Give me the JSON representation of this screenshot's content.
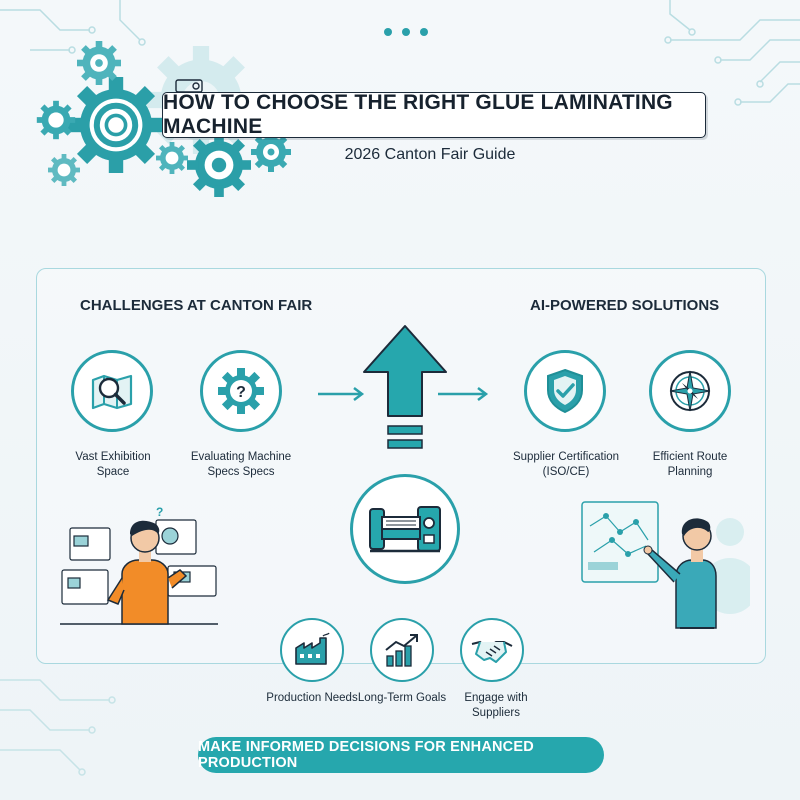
{
  "header": {
    "title": "HOW TO CHOOSE THE RIGHT GLUE LAMINATING MACHINE",
    "subtitle": "2026 Canton Fair Guide"
  },
  "challenges": {
    "heading": "CHALLENGES AT CANTON FAIR",
    "items": [
      {
        "label": "Vast Exhibition Space",
        "icon": "map-magnifier-icon"
      },
      {
        "label": "Evaluating Machine Specs Specs",
        "icon": "gear-question-icon"
      }
    ]
  },
  "solutions": {
    "heading": "AI-POWERED SOLUTIONS",
    "items": [
      {
        "label": "Supplier Certification (ISO/CE)",
        "icon": "shield-check-icon"
      },
      {
        "label": "Efficient Route Planning",
        "icon": "compass-icon"
      }
    ]
  },
  "factors": [
    {
      "label": "Production Needs",
      "icon": "factory-icon"
    },
    {
      "label": "Long-Term Goals",
      "icon": "growth-chart-icon"
    },
    {
      "label": "Engage with Suppliers",
      "icon": "handshake-icon"
    }
  ],
  "center": {
    "icon": "laminating-machine-icon"
  },
  "banner": {
    "text": "MAKE INFORMED DECISIONS FOR ENHANCED PRODUCTION"
  },
  "colors": {
    "accent": "#26a7ad",
    "accent_dark": "#1f8f97",
    "text": "#1c2b3a",
    "orange": "#f28c28"
  }
}
